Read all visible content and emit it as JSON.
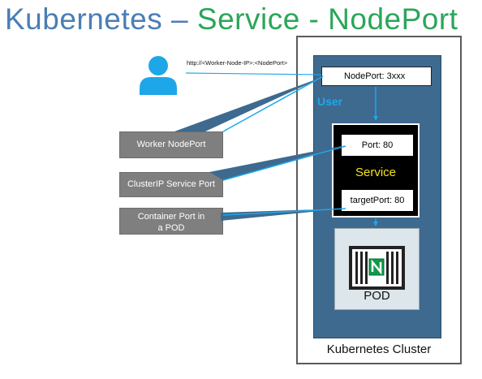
{
  "title": {
    "part1": "Kubernetes – ",
    "part2": "Service - NodePort"
  },
  "url_text": "http://<Worker-Node-IP>:<NodePort>",
  "nodeport_label": "NodePort: 3xxx",
  "user_label": "User",
  "service": {
    "port_label": "Port: 80",
    "name": "Service",
    "target_port_label": "targetPort: 80"
  },
  "pod_label": "POD",
  "cluster_label": "Kubernetes Cluster",
  "callouts": {
    "worker_nodeport": "Worker NodePort",
    "clusterip_port": "ClusterIP Service Port",
    "container_port": "Container Port in a POD"
  },
  "colors": {
    "title_blue": "#4a7eb5",
    "title_green": "#2aa65a",
    "cluster_fill": "#3e6a8f",
    "user_icon": "#1ea7e8",
    "callout_gray": "#7f7f7f",
    "service_text": "#f5e11a"
  },
  "icons": {
    "user": "user-icon",
    "container": "nginx-container-icon"
  }
}
